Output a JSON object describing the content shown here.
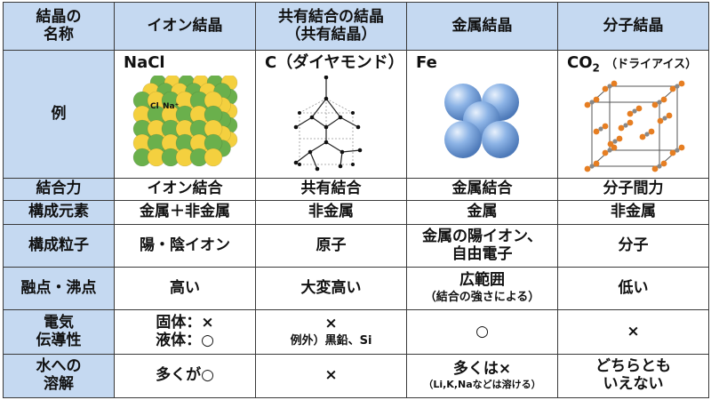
{
  "headers": {
    "corner": "結晶の\n名称",
    "ionic": "イオン結晶",
    "covalent_line1": "共有結合の結晶",
    "covalent_line2": "（共有結晶）",
    "metallic": "金属結晶",
    "molecular": "分子結晶"
  },
  "examples": {
    "row_label": "例",
    "ionic_formula": "NaCl",
    "ionic_cl": "Cl",
    "ionic_na": "Na⁺",
    "covalent_formula": "C（ダイヤモンド）",
    "metallic_formula": "Fe",
    "molecular_co": "CO",
    "molecular_sub": "2",
    "molecular_note": "（ドライアイス）"
  },
  "rows": {
    "bond_force": {
      "label": "結合力",
      "ionic": "イオン結合",
      "covalent": "共有結合",
      "metallic": "金属結合",
      "molecular": "分子間力"
    },
    "elements": {
      "label": "構成元素",
      "ionic": "金属＋非金属",
      "covalent": "非金属",
      "metallic": "金属",
      "molecular": "非金属"
    },
    "particles": {
      "label": "構成粒子",
      "ionic": "陽・陰イオン",
      "covalent": "原子",
      "metallic_line1": "金属の陽イオン、",
      "metallic_line2": "自由電子",
      "molecular": "分子"
    },
    "melting": {
      "label": "融点・沸点",
      "ionic": "高い",
      "covalent": "大変高い",
      "metallic": "広範囲",
      "metallic_note": "（結合の強さによる）",
      "molecular": "低い"
    },
    "conductivity": {
      "label_line1": "電気",
      "label_line2": "伝導性",
      "ionic_line1": "固体：×",
      "ionic_line2": "液体：○",
      "covalent": "×",
      "covalent_note": "例外）黒鉛、Si",
      "metallic": "○",
      "molecular": "×"
    },
    "solubility": {
      "label_line1": "水への",
      "label_line2": "溶解",
      "ionic": "多くが○",
      "covalent": "×",
      "metallic": "多くは×",
      "metallic_note": "（Li,K,Naなどは溶ける）",
      "molecular_line1": "どちらとも",
      "molecular_line2": "いえない"
    }
  },
  "colors": {
    "header_bg": "#c5d9f1",
    "na_ion": "#f4d03f",
    "cl_ion": "#6ab04c",
    "fe_atom": "#7fa7dc",
    "co2_oxygen": "#e67e22",
    "co2_carbon": "#888888"
  }
}
